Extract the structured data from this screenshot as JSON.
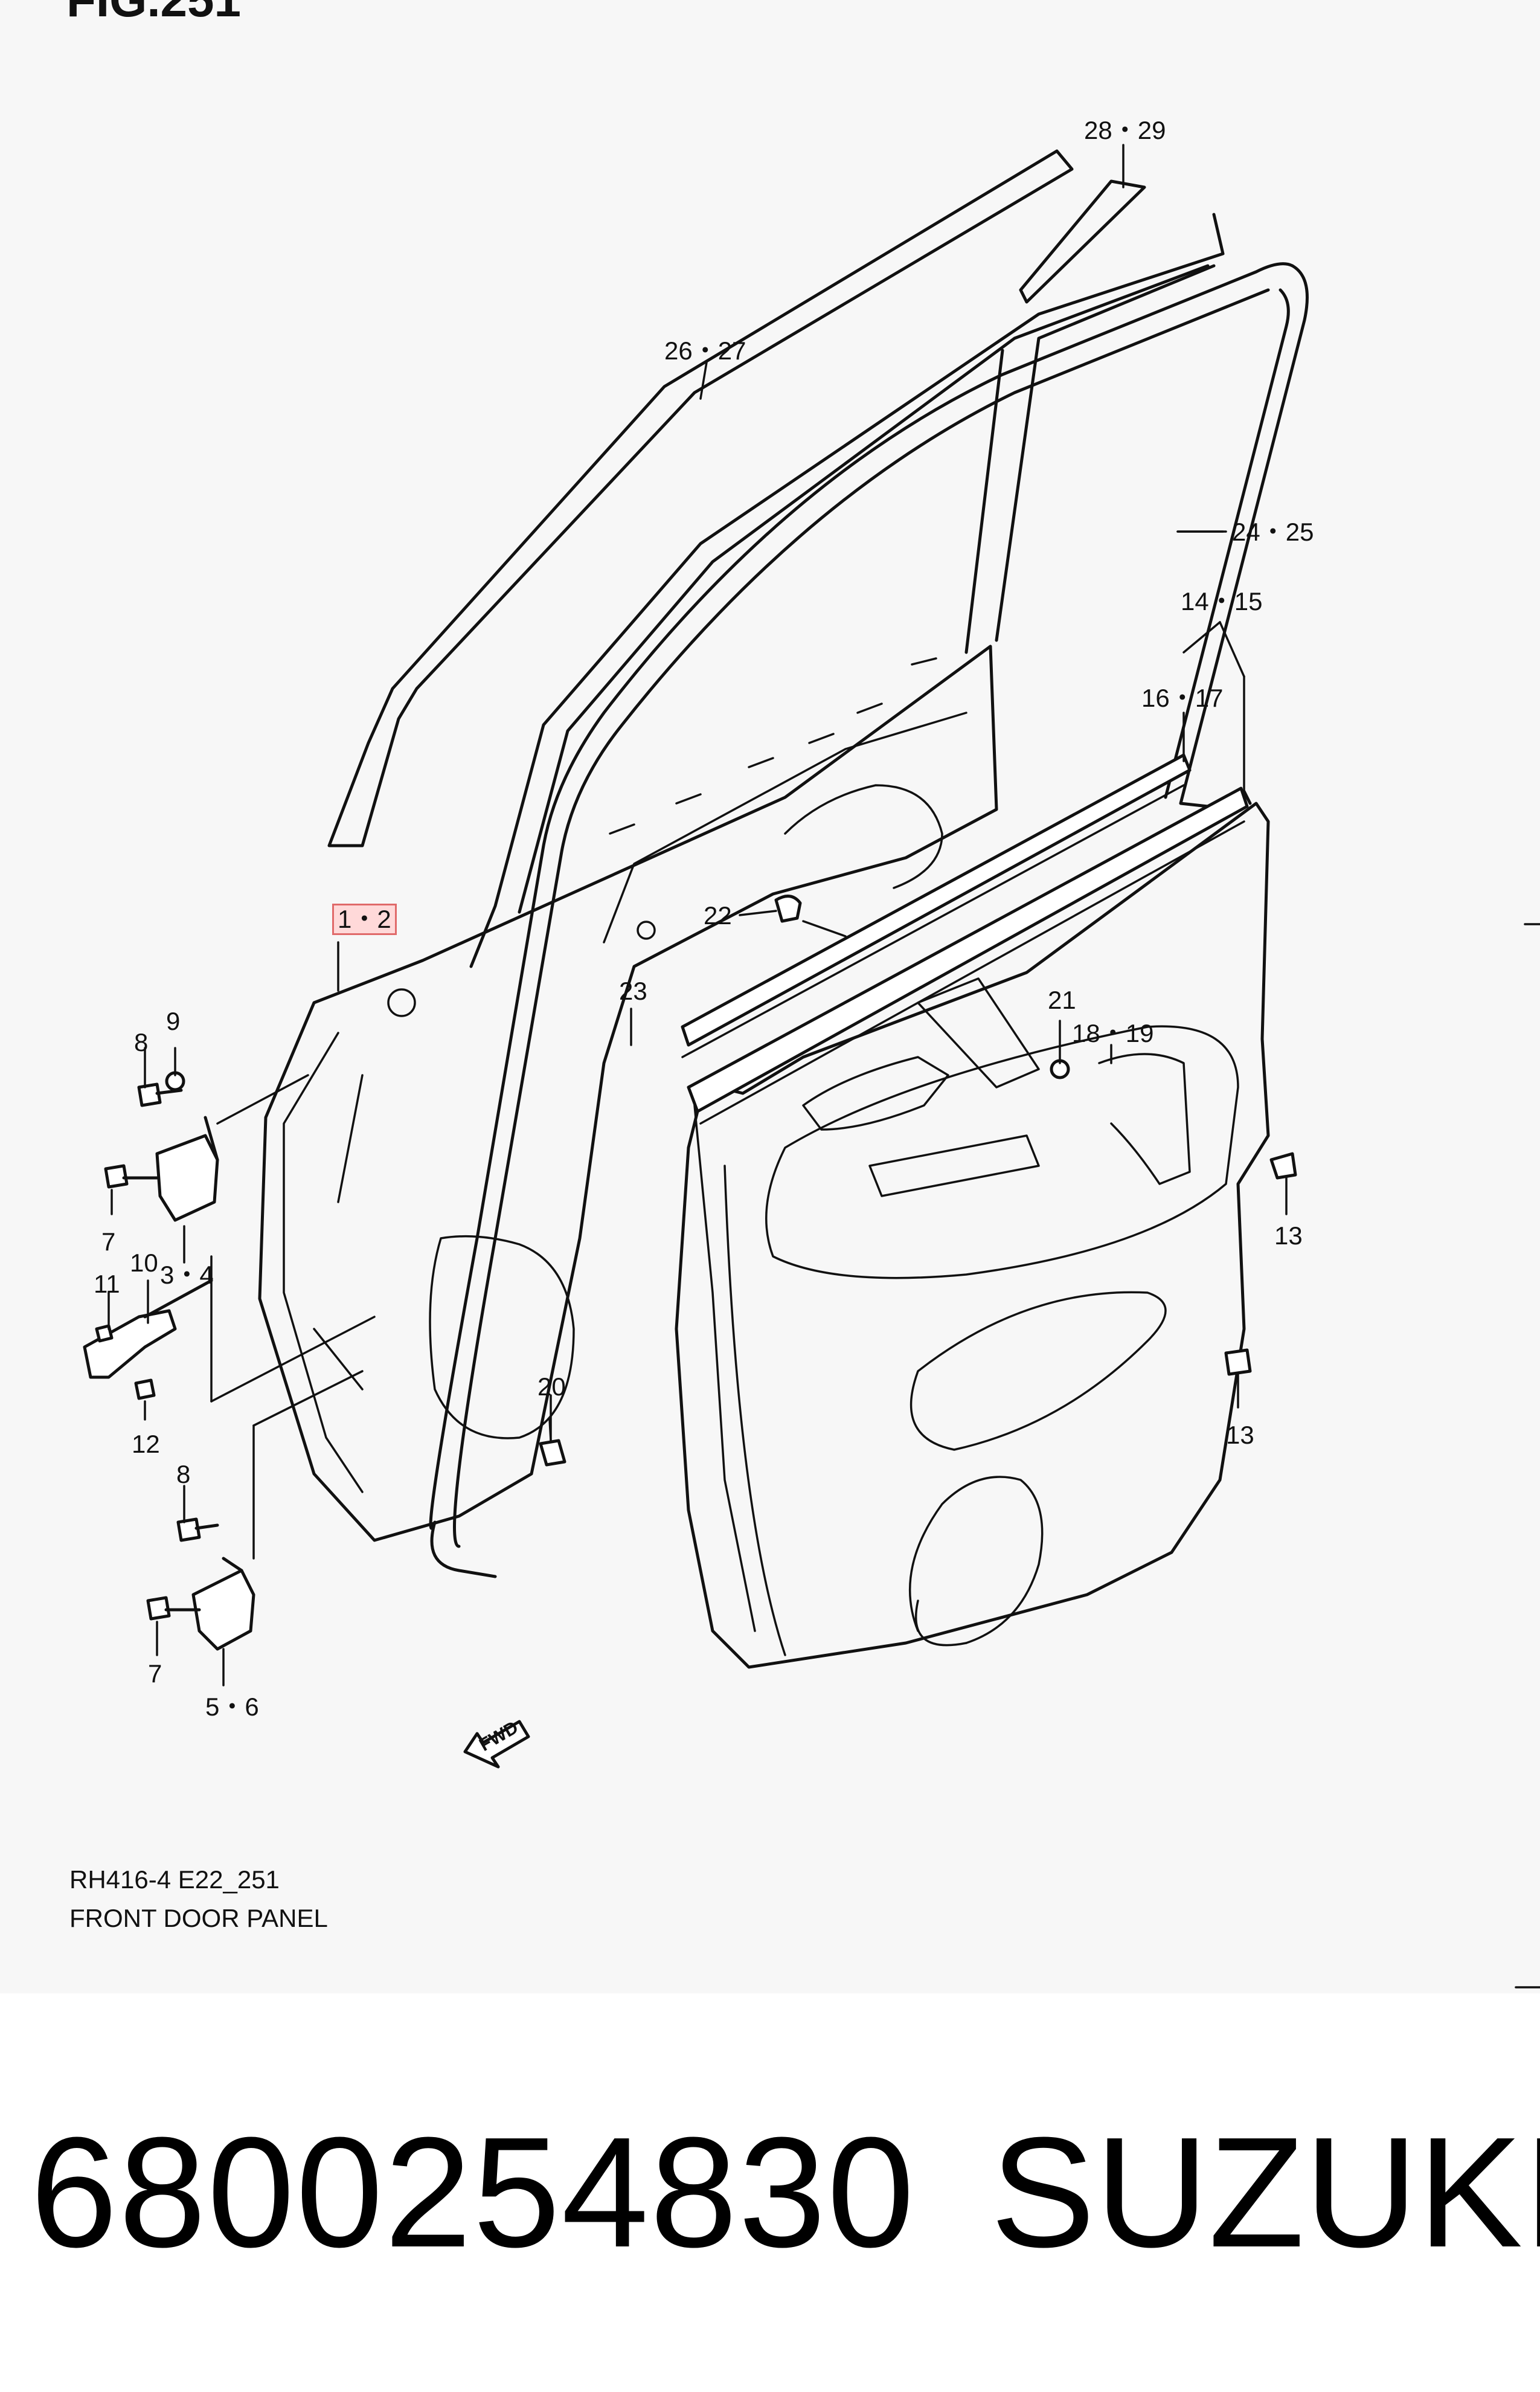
{
  "figure": {
    "title": "FIG.251",
    "code": "RH416-4 E22_251",
    "name": "FRONT DOOR PANEL",
    "fwd_label": "FWD"
  },
  "callouts": {
    "c28_29": "28・29",
    "c26_27": "26・27",
    "c24_25": "24・25",
    "c14_15": "14・15",
    "c16_17": "16・17",
    "c1_2": "1・2",
    "c22": "22",
    "c23": "23",
    "c21": "21",
    "c18_19": "18・19",
    "c8a": "8",
    "c9": "9",
    "c7a": "7",
    "c10": "10",
    "c11": "11",
    "c3_4": "3・4",
    "c12": "12",
    "c13a": "13",
    "c13b": "13",
    "c20": "20",
    "c8b": "8",
    "c7b": "7",
    "c5_6": "5・6"
  },
  "product": {
    "part_number": "6800254830",
    "brand": "SUZUKI"
  },
  "highlight_color": "#e06a6a"
}
